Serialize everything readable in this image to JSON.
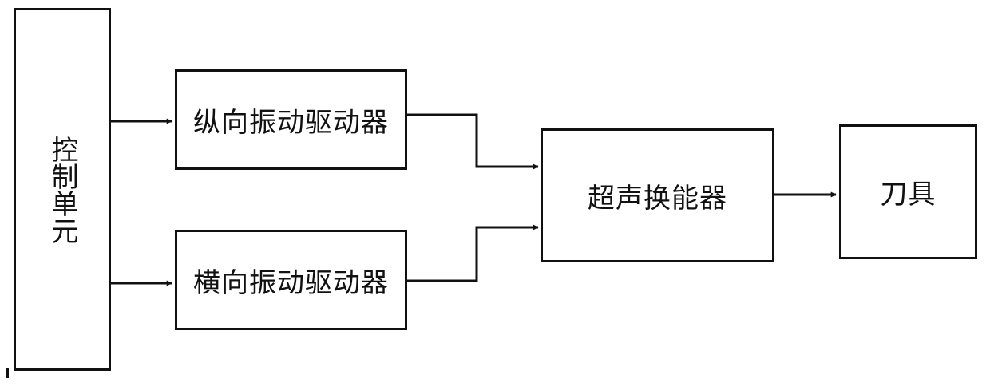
{
  "diagram": {
    "control_unit": "控制单元",
    "longitudinal_driver": "纵向振动驱动器",
    "transverse_driver": "横向振动驱动器",
    "transducer": "超声换能器",
    "tool": "刀具"
  }
}
